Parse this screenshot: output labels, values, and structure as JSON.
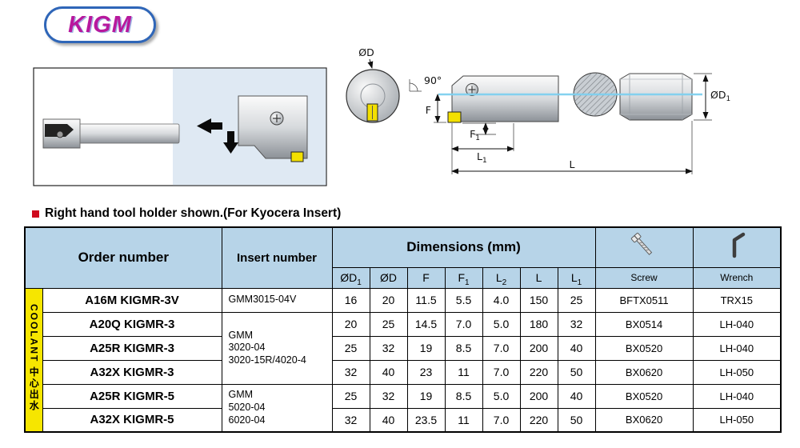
{
  "logo": {
    "text": "KIGM"
  },
  "note": {
    "text": "Right hand tool holder shown.(For Kyocera Insert)"
  },
  "colors": {
    "header_blue": "#b7d4e8",
    "coolant_yellow": "#f6e600",
    "note_red": "#cf0a1e",
    "insert_yellow": "#f3e000",
    "logo_magenta": "#b8189d",
    "logo_border_blue": "#2f66b8",
    "centerline_blue": "#7fd0ef"
  },
  "diagram": {
    "labels": {
      "d_base": "ØD",
      "d1_base": "ØD",
      "d1_sub": "1",
      "angle": "90°",
      "f": "F",
      "f1_base": "F",
      "f1_sub": "1",
      "l1_base": "L",
      "l1_sub": "1",
      "l": "L"
    }
  },
  "table": {
    "coolant_label": "COOLANT 中心出水",
    "headers": {
      "order": "Order number",
      "insert": "Insert number",
      "dimensions": "Dimensions (mm)",
      "screw": "Screw",
      "wrench": "Wrench",
      "dims": [
        {
          "base": "ØD",
          "sub": "1"
        },
        {
          "base": "ØD",
          "sub": ""
        },
        {
          "base": "F",
          "sub": ""
        },
        {
          "base": "F",
          "sub": "1"
        },
        {
          "base": "L",
          "sub": "2"
        },
        {
          "base": "L",
          "sub": ""
        },
        {
          "base": "L",
          "sub": "1"
        }
      ]
    },
    "inserts": [
      {
        "text": "GMM3015-04V"
      },
      {
        "text": "GMM\n3020-04\n3020-15R/4020-4"
      },
      {
        "text": "GMM\n5020-04\n6020-04"
      }
    ],
    "rows": [
      {
        "order": "A16M KIGMR-3V",
        "d1": "16",
        "d": "20",
        "f": "11.5",
        "f1": "5.5",
        "l2": "4.0",
        "l": "150",
        "l1": "25",
        "screw": "BFTX0511",
        "wrench": "TRX15"
      },
      {
        "order": "A20Q KIGMR-3",
        "d1": "20",
        "d": "25",
        "f": "14.5",
        "f1": "7.0",
        "l2": "5.0",
        "l": "180",
        "l1": "32",
        "screw": "BX0514",
        "wrench": "LH-040"
      },
      {
        "order": "A25R KIGMR-3",
        "d1": "25",
        "d": "32",
        "f": "19",
        "f1": "8.5",
        "l2": "7.0",
        "l": "200",
        "l1": "40",
        "screw": "BX0520",
        "wrench": "LH-040"
      },
      {
        "order": "A32X KIGMR-3",
        "d1": "32",
        "d": "40",
        "f": "23",
        "f1": "11",
        "l2": "7.0",
        "l": "220",
        "l1": "50",
        "screw": "BX0620",
        "wrench": "LH-050"
      },
      {
        "order": "A25R KIGMR-5",
        "d1": "25",
        "d": "32",
        "f": "19",
        "f1": "8.5",
        "l2": "5.0",
        "l": "200",
        "l1": "40",
        "screw": "BX0520",
        "wrench": "LH-040"
      },
      {
        "order": "A32X KIGMR-5",
        "d1": "32",
        "d": "40",
        "f": "23.5",
        "f1": "11",
        "l2": "7.0",
        "l": "220",
        "l1": "50",
        "screw": "BX0620",
        "wrench": "LH-050"
      }
    ]
  }
}
